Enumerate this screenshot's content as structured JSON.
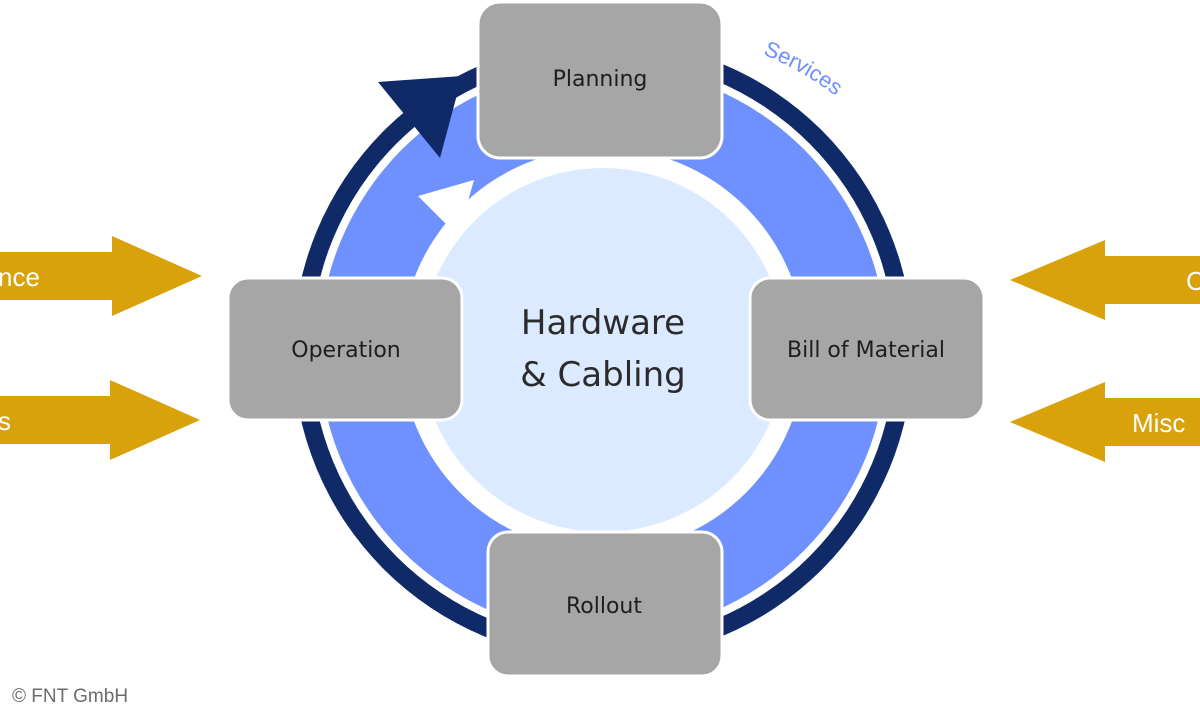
{
  "center": {
    "line1": "Hardware",
    "line2": "& Cabling"
  },
  "stages": {
    "top": "Planning",
    "right": "Bill of Material",
    "bottom": "Rollout",
    "left": "Operation"
  },
  "ring_label": "Services",
  "arrows": {
    "left_upper": "nce",
    "left_lower": "s",
    "right_upper": "C",
    "right_lower": "Misc"
  },
  "copyright": "© FNT GmbH",
  "colors": {
    "outer_ring": "#0f2a66",
    "mid_ring": "#6f90ff",
    "inner_circle": "#dbeaff",
    "stage_box": "#a6a6a6",
    "arrow": "#d9a10a",
    "services_text": "#6f8fff"
  }
}
